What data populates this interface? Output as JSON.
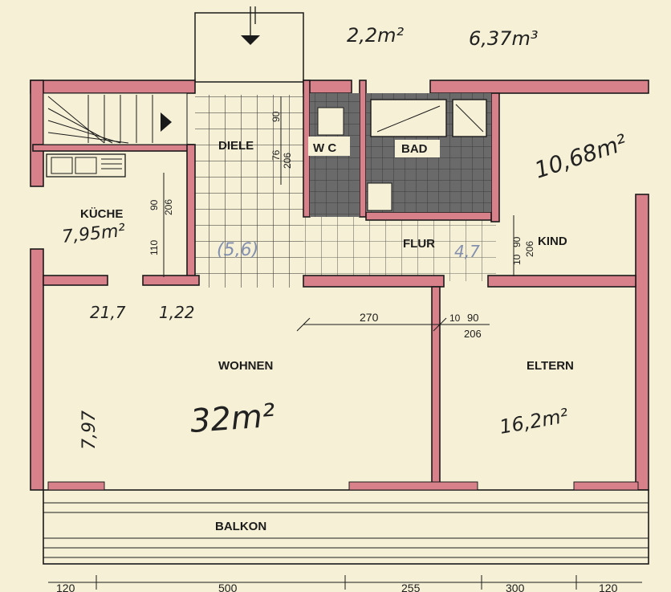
{
  "rooms": {
    "diele": "DIELE",
    "wc": "W C",
    "bad": "BAD",
    "kueche": "KÜCHE",
    "flur": "FLUR",
    "kind": "KIND",
    "wohnen": "WOHNEN",
    "eltern": "ELTERN",
    "balkon": "BALKON"
  },
  "areas": {
    "wc": "2,2m²",
    "bad": "6,37m³",
    "kind": "10,68m²",
    "kueche": "7,95m²",
    "wohnen": "32m²",
    "eltern": "16,2m²",
    "diele_flur": "(5,6)"
  },
  "annotations": {
    "left_side": "7,97",
    "below_kitchen_a": "21,7",
    "below_kitchen_b": "1,22",
    "flur_right": "4,7"
  },
  "dimensions": {
    "wohnen_width": "270",
    "door_a": "10",
    "door_b": "90",
    "door_c": "206",
    "wc_90": "90",
    "wc_76": "76",
    "wc_206": "206",
    "kitchen_90": "90",
    "kitchen_110": "110",
    "kitchen_206": "206",
    "kind_10": "10",
    "kind_90": "90",
    "kind_206": "206",
    "bottom": [
      "120",
      "500",
      "255",
      "300",
      "120"
    ]
  },
  "colors": {
    "paper": "#f6f1d6",
    "wall_fill": "#d9818a",
    "line": "#1a1a1a",
    "tile": "#5a5a5a"
  }
}
